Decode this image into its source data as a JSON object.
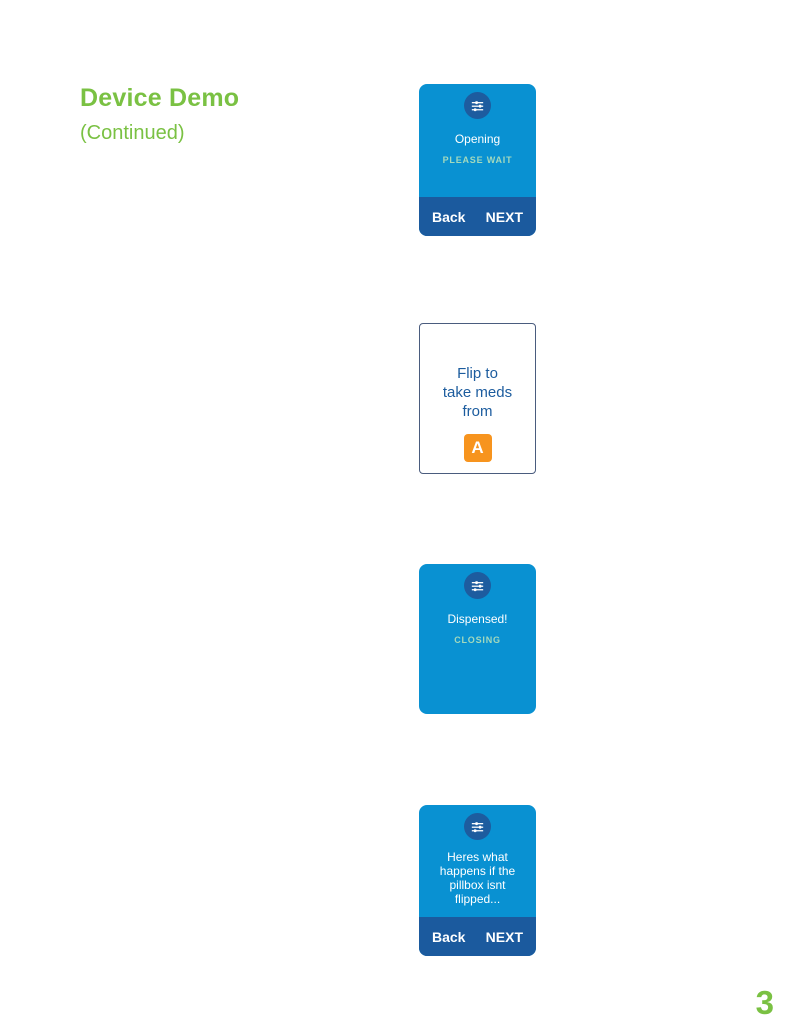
{
  "page": {
    "title": "Device Demo",
    "subtitle": "(Continued)",
    "page_number": "3"
  },
  "colors": {
    "heading_green": "#7ac143",
    "card_blue": "#0991d2",
    "nav_bar_navy": "#1b5a9e",
    "icon_circle_navy": "#1d5c9f",
    "status_mint": "#a3d9bd",
    "badge_orange": "#f7941e",
    "white_card_border": "#4a5c7e",
    "message_blue": "#1c5c9e"
  },
  "screens": [
    {
      "name": "opening",
      "icon": "tune-icon",
      "title": "Opening",
      "status": "PLEASE WAIT",
      "nav": {
        "back": "Back",
        "next": "NEXT"
      }
    },
    {
      "name": "flip-prompt",
      "lines": [
        "Flip to",
        "take meds",
        "from"
      ],
      "badge": "A"
    },
    {
      "name": "dispensed",
      "icon": "tune-icon",
      "title": "Dispensed!",
      "status": "CLOSING"
    },
    {
      "name": "not-flipped",
      "icon": "tune-icon",
      "lines": [
        "Heres what",
        "happens if the",
        "pillbox isnt",
        "flipped..."
      ],
      "nav": {
        "back": "Back",
        "next": "NEXT"
      }
    }
  ]
}
